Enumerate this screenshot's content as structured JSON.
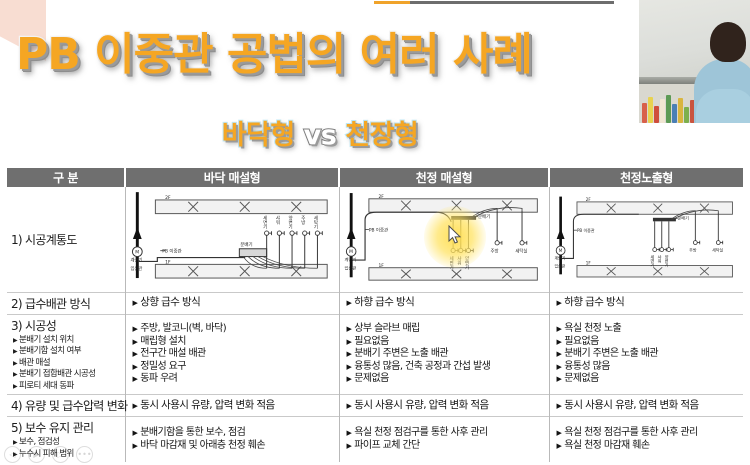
{
  "player": {
    "progress_percent": 15,
    "controls": [
      {
        "name": "rewind-button",
        "glyph": "◁"
      },
      {
        "name": "play-button",
        "glyph": "▶"
      },
      {
        "name": "forward-button",
        "glyph": "▷"
      },
      {
        "name": "settings-button",
        "glyph": "•••"
      }
    ]
  },
  "slide": {
    "title": "PB 이중관 공법의 여러 사례",
    "subtitle_left": "바닥형",
    "subtitle_vs": "vs",
    "subtitle_right": "천장형",
    "title_color": "#f5a623",
    "header_bg": "#6f6f6f"
  },
  "table": {
    "headers": [
      "구 분",
      "바닥 매설형",
      "천정 매설형",
      "천정노출형"
    ],
    "rows": [
      {
        "label": "1) 시공계통도",
        "type": "diagram",
        "diagrams": [
          {
            "name": "floor-buried-schematic",
            "variant": "floor",
            "floor_upper": "2F",
            "floor_lower": "1F",
            "meter": "계량기",
            "riser": "입상관",
            "pipe_label": "PB 이중관",
            "manifold": "분배기",
            "fixtures": [
              "세면기",
              "샤워",
              "양변기",
              "주방",
              "세탁기"
            ]
          },
          {
            "name": "ceiling-buried-schematic",
            "variant": "ceiling-buried",
            "floor_upper": "2F",
            "floor_lower": "1F",
            "meter": "계량기",
            "riser": "입상관",
            "pipe_label": "PB 이중관",
            "manifold": "분배기",
            "fixtures": [
              "세면기",
              "샤워",
              "양변기"
            ],
            "fixtures_right": [
              "주방",
              "세탁실"
            ]
          },
          {
            "name": "ceiling-exposed-schematic",
            "variant": "ceiling-exposed",
            "floor_upper": "2F",
            "floor_lower": "1F",
            "meter": "계량기",
            "riser": "입상관",
            "pipe_label": "PB 이중관",
            "manifold": "분배기",
            "fixtures": [
              "세면기",
              "샤워",
              "양변기"
            ],
            "fixtures_right": [
              "주방",
              "세탁실"
            ]
          }
        ]
      },
      {
        "label": "2) 급수배관 방식",
        "type": "text",
        "cells": [
          [
            "상향 급수 방식"
          ],
          [
            "하향 급수 방식"
          ],
          [
            "하향 급수 방식"
          ]
        ]
      },
      {
        "label": "3) 시공성",
        "sub_items": [
          "분배기 설치 위치",
          "분배기함 설치 여부",
          "배관 매설",
          "분배기 접합배관 시공성",
          "피로티 세대 동파"
        ],
        "type": "text",
        "cells": [
          [
            "주방, 발코니(벽, 바닥)",
            "매립형 설치",
            "전구간 매설 배관",
            "정밀성 요구",
            "동파 우려"
          ],
          [
            "상부 슬라브 매립",
            "필요없음",
            "분배기 주변은 노출 배관",
            "융통성 많음, 건축 공정과 간섭 발생",
            "문제없음"
          ],
          [
            "욕실 천정 노출",
            "필요없음",
            "분배기 주변은 노출 배관",
            "융통성 많음",
            "문제없음"
          ]
        ]
      },
      {
        "label": "4) 유량 및 급수압력 변화",
        "type": "text",
        "cells": [
          [
            "동시 사용시 유량, 압력 변화 적음"
          ],
          [
            "동시 사용시 유량, 압력 변화 적음"
          ],
          [
            "동시 사용시 유량, 압력 변화 적음"
          ]
        ]
      },
      {
        "label": "5) 보수 유지 관리",
        "sub_items": [
          "보수, 점검성",
          "누수시 피해 범위"
        ],
        "type": "text",
        "cells": [
          [
            "분배기함을 통한 보수, 점검",
            "바닥 마감재 및 아래층 천정 훼손"
          ],
          [
            "욕실 천정 점검구를 통한 사후 관리",
            "파이프 교체 간단"
          ],
          [
            "욕실 천정 점검구를 통한 사후 관리",
            "욕실 천정 마감재 훼손"
          ]
        ]
      }
    ]
  }
}
